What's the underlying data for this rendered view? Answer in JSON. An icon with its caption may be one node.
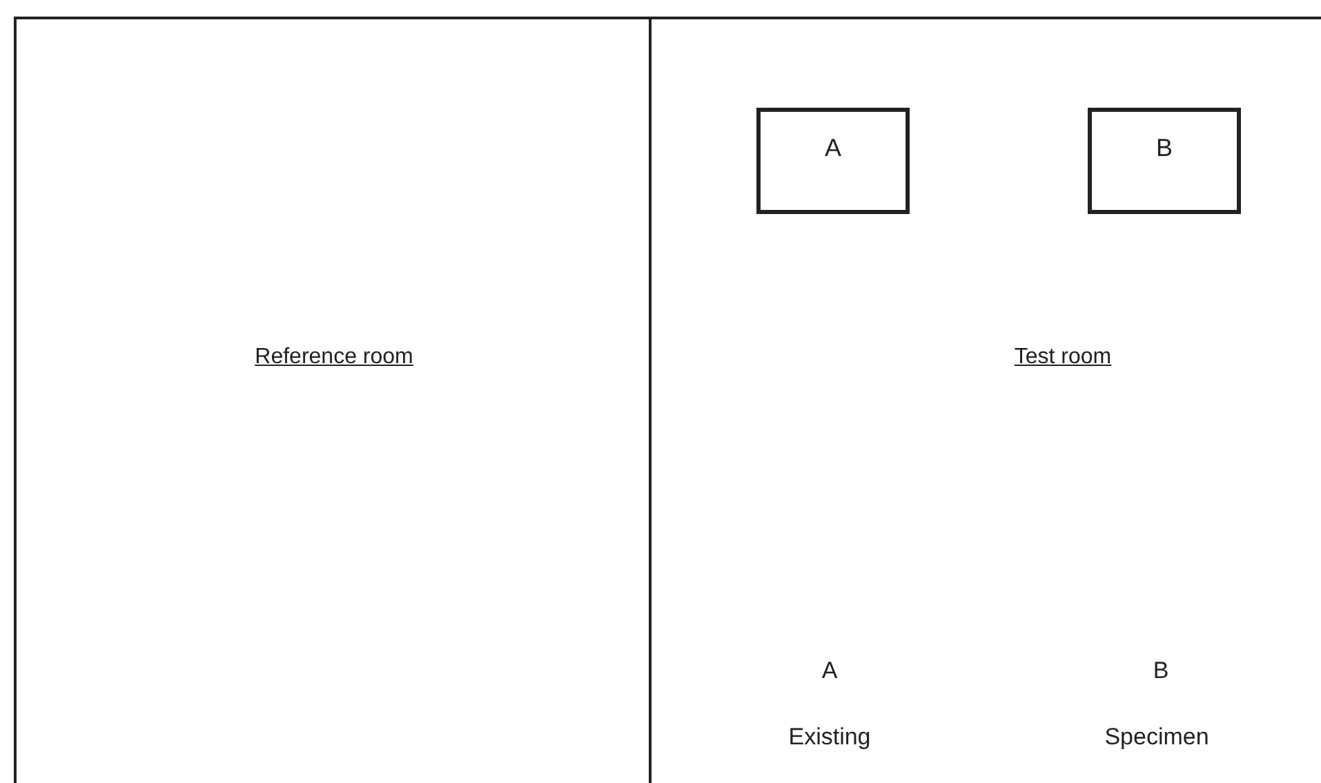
{
  "diagram": {
    "nodes": [
      {
        "text": [
          "Reference room"
        ]
      },
      {
        "text": [
          "Test room"
        ]
      },
      {
        "text": [
          "A"
        ],
        "in": 1
      },
      {
        "text": [
          "B"
        ],
        "in": 1
      }
    ],
    "labels": [
      "A",
      "B",
      "Existing",
      "Specimen"
    ]
  }
}
